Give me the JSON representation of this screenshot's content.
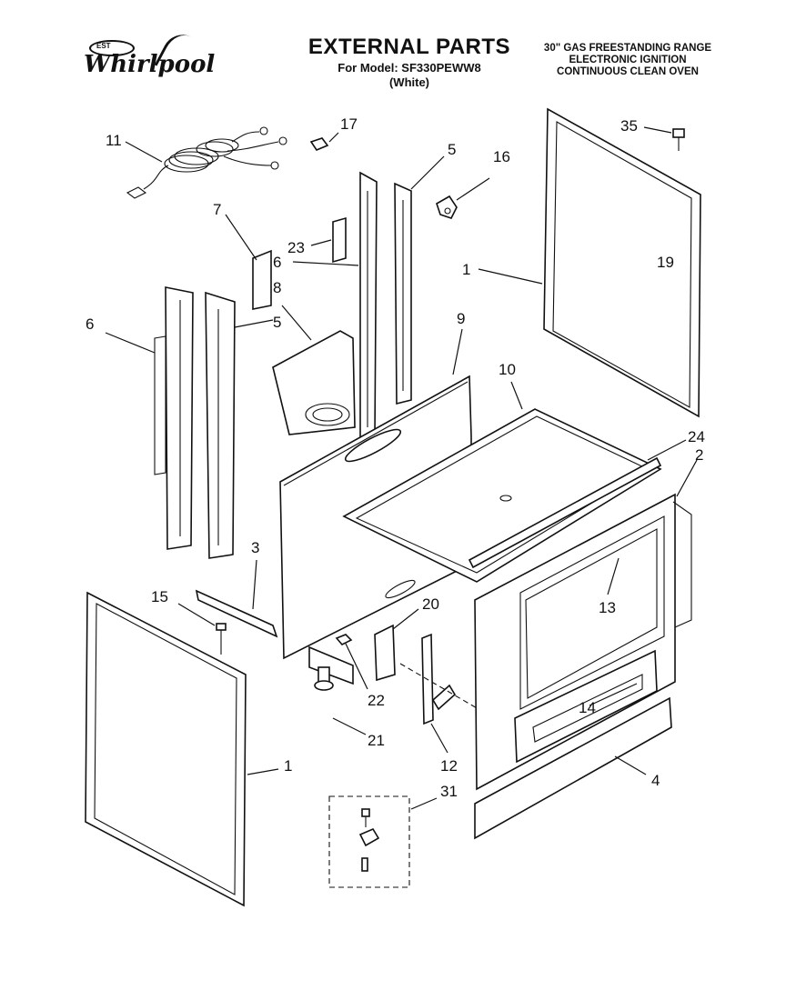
{
  "brand": {
    "name": "Whirlpool",
    "badge": "EST"
  },
  "header": {
    "title": "EXTERNAL PARTS",
    "model_line": "For Model: SF330PEWW8",
    "color_line": "(White)",
    "description": [
      "30\" GAS FREESTANDING RANGE",
      "ELECTRONIC IGNITION",
      "CONTINUOUS CLEAN OVEN"
    ]
  },
  "callouts": [
    "11",
    "17",
    "5",
    "16",
    "35",
    "7",
    "23",
    "6",
    "1",
    "19",
    "8",
    "5",
    "6",
    "9",
    "10",
    "24",
    "2",
    "3",
    "15",
    "20",
    "13",
    "22",
    "21",
    "14",
    "12",
    "1",
    "31",
    "4"
  ]
}
